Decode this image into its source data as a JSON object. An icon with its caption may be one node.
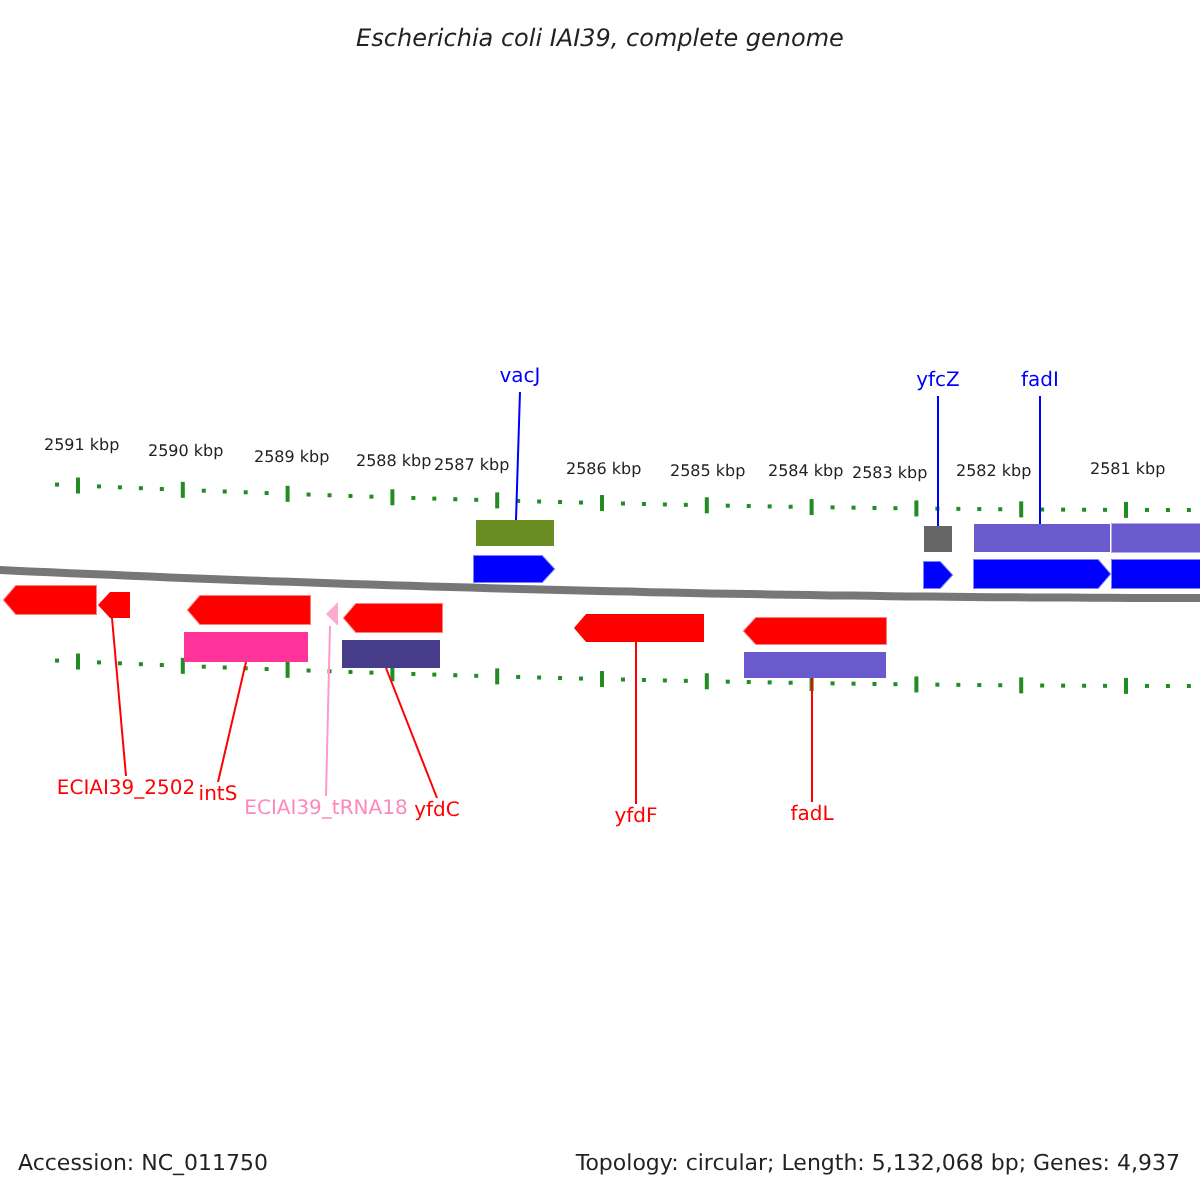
{
  "diagram": {
    "title": "Escherichia coli IAI39, complete genome",
    "nodes": [
      {
        "text": [
          "vacJ"
        ]
      },
      {
        "text": [
          "yfcZ"
        ]
      },
      {
        "text": [
          "fadI"
        ]
      },
      {
        "text": [
          "ECIAI39_2502"
        ]
      },
      {
        "text": [
          "intS"
        ]
      },
      {
        "text": [
          "ECIAI39_tRNA18"
        ]
      },
      {
        "text": [
          "yfdC"
        ]
      },
      {
        "text": [
          "yfdF"
        ]
      },
      {
        "text": [
          "fadL"
        ]
      },
      {
        "text": [],
        "shape": "bar"
      },
      {
        "text": [],
        "shape": "bar"
      },
      {
        "text": [],
        "shape": "bar"
      },
      {
        "text": [],
        "shape": "arrow"
      },
      {
        "text": [],
        "shape": "bar"
      },
      {
        "text": [],
        "shape": "triangle"
      },
      {
        "text": [],
        "shape": "bar"
      },
      {
        "text": [],
        "shape": "arrow"
      },
      {
        "text": [],
        "shape": "bar"
      }
    ],
    "edges": [
      {
        "from": 0,
        "to": 9,
        "arrow": "none",
        "color": "#0000ff"
      },
      {
        "from": 1,
        "to": 10,
        "arrow": "none",
        "color": "#0000ff"
      },
      {
        "from": 2,
        "to": 11,
        "arrow": "none",
        "color": "#0000ff"
      },
      {
        "from": 3,
        "to": 12,
        "arrow": "none"
      },
      {
        "from": 4,
        "to": 13,
        "arrow": "none"
      },
      {
        "from": 5,
        "to": 14,
        "arrow": "none",
        "color": "#ff99cc"
      },
      {
        "from": 6,
        "to": 15,
        "arrow": "none"
      },
      {
        "from": 7,
        "to": 16,
        "arrow": "none"
      },
      {
        "from": 8,
        "to": 17,
        "arrow": "none"
      }
    ],
    "labels": [
      "2591 kbp",
      "2590 kbp",
      "2589 kbp",
      "2588 kbp",
      "2587 kbp",
      "2586 kbp",
      "2585 kbp",
      "2584 kbp",
      "2583 kbp",
      "2582 kbp",
      "2581 kbp",
      "Accession: NC_011750",
      "Topology: circular; Length: 5,132,068 bp; Genes: 4,937"
    ]
  }
}
